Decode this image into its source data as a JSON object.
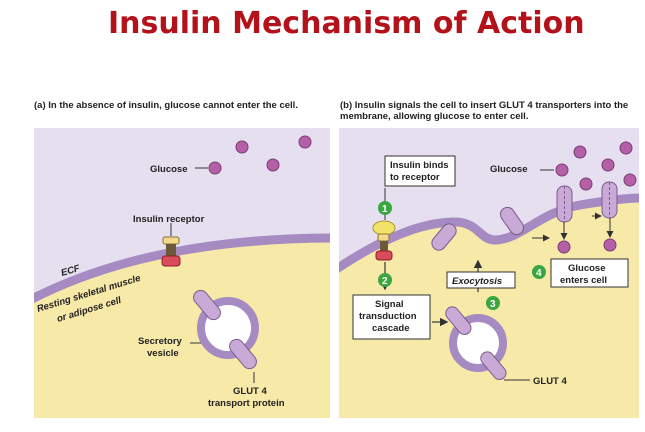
{
  "title": "Insulin Mechanism of Action",
  "panel_a": {
    "caption_letter": "(a)",
    "caption": "In the absence of insulin, glucose cannot enter the cell.",
    "glucose_label": "Glucose",
    "receptor_label": "Insulin receptor",
    "ecf_label": "ECF",
    "cell_label_1": "Resting skeletal muscle",
    "cell_label_2": "or adipose cell",
    "vesicle_label_1": "Secretory",
    "vesicle_label_2": "vesicle",
    "glut_label_1": "GLUT 4",
    "glut_label_2": "transport protein"
  },
  "panel_b": {
    "caption_letter": "(b)",
    "caption": "Insulin signals the cell to insert GLUT 4 transporters into the membrane, allowing glucose to enter cell.",
    "binds_label_1": "Insulin binds",
    "binds_label_2": "to receptor",
    "glucose_label": "Glucose",
    "step1": "1",
    "step2": "2",
    "step3": "3",
    "step4": "4",
    "signal_label_1": "Signal",
    "signal_label_2": "transduction",
    "signal_label_3": "cascade",
    "exocytosis_label": "Exocytosis",
    "enters_label_1": "Glucose",
    "enters_label_2": "enters cell",
    "glut_label": "GLUT 4"
  },
  "colors": {
    "title": "#b3121b",
    "ecf": "#e6dff0",
    "cytoplasm": "#f7e9a8",
    "membrane": "#a58bc2",
    "glucose": "#b55fa8",
    "step": "#3aa63f"
  }
}
